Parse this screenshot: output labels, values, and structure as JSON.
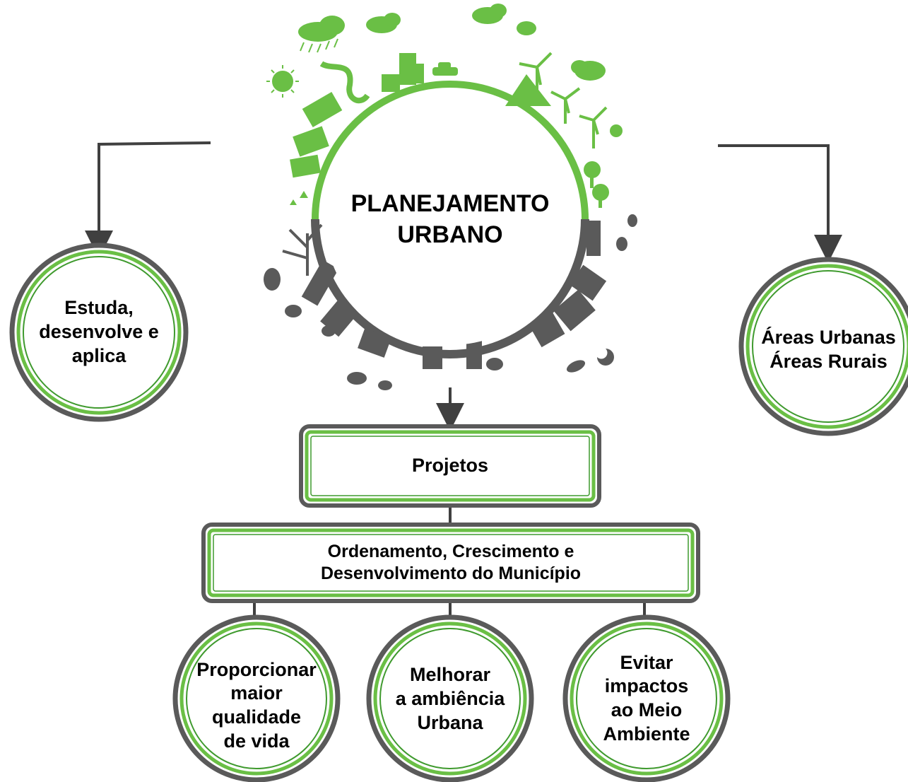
{
  "diagram": {
    "center": {
      "title": "PLANEJAMENTO\nURBANO"
    },
    "left_node": {
      "label": "Estuda,\ndesenvolve e\naplica"
    },
    "right_node": {
      "label": "Áreas Urbanas\nÁreas Rurais"
    },
    "projects_box": {
      "label": "Projetos"
    },
    "ordering_box": {
      "label": "Ordenamento, Crescimento e\nDesenvolvimento do Município"
    },
    "outcomes": [
      {
        "label": "Proporcionar\nmaior\nqualidade\nde vida"
      },
      {
        "label": "Melhorar\na ambiência\nUrbana"
      },
      {
        "label": "Evitar\nimpactos\nao Meio\nAmbiente"
      }
    ]
  },
  "colors": {
    "green": "#6abf45",
    "dark_green": "#3f9a2e",
    "gray": "#5a5a5a",
    "connector": "#404040"
  },
  "illustration": {
    "top_half": "green eco city: clouds, sun, solar panels, wind turbines, trees, buildings",
    "bottom_half": "gray polluted city: factories, smoke, dead tree, buildings"
  }
}
